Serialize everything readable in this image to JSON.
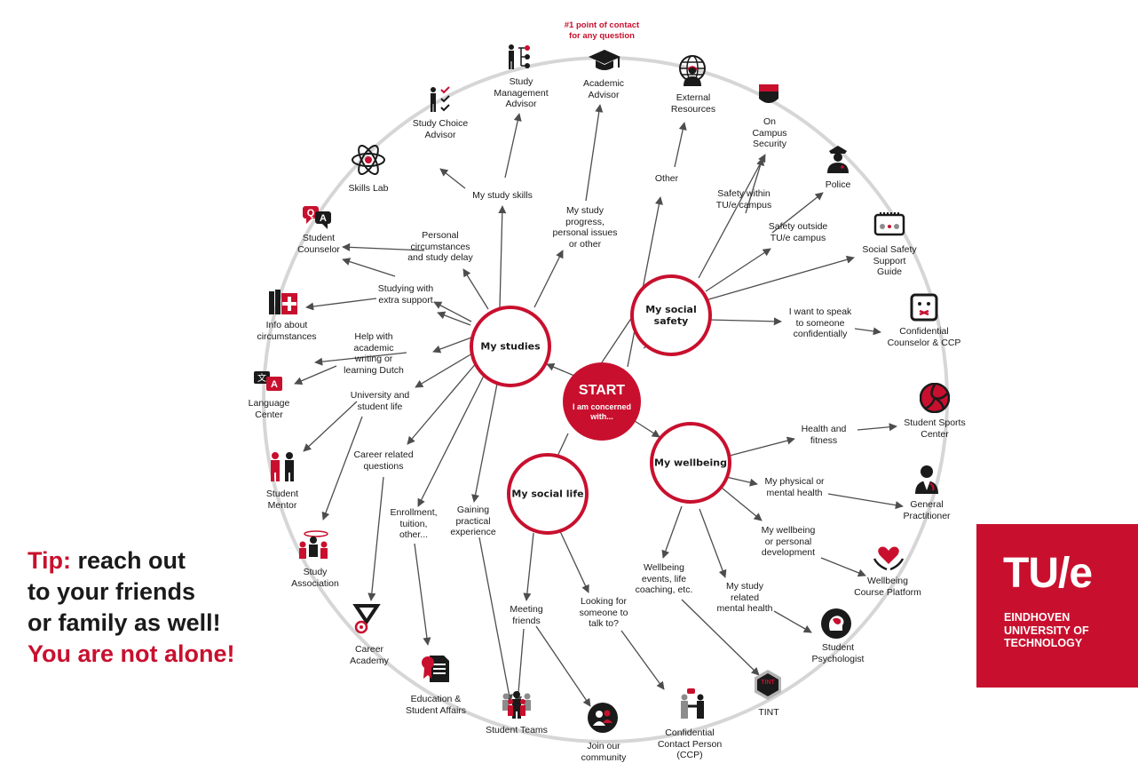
{
  "colors": {
    "accent": "#c8102e",
    "ring": "#d6d6d6",
    "arrow": "#4d4d4d",
    "text": "#1a1a1a"
  },
  "start": {
    "title": "START",
    "subtitle": "I am concerned\nwith..."
  },
  "hubs": {
    "studies": "My studies",
    "social_safety": "My social\nsafety",
    "social_life": "My social life",
    "wellbeing": "My wellbeing"
  },
  "resources": {
    "academic_advisor": {
      "label": "Academic\nAdvisor",
      "icon": "graduation-cap-icon",
      "note": "#1 point of contact\nfor any question"
    },
    "study_management_advisor": {
      "label": "Study\nManagement\nAdvisor",
      "icon": "org-chart-person-icon"
    },
    "study_choice_advisor": {
      "label": "Study Choice\nAdvisor",
      "icon": "checklist-person-icon"
    },
    "skills_lab": {
      "label": "Skills Lab",
      "icon": "atom-icon"
    },
    "student_counselor": {
      "label": "Student\nCounselor",
      "icon": "qa-speech-bubbles-icon"
    },
    "info_circumstances": {
      "label": "Info about\ncircumstances",
      "icon": "books-first-aid-icon"
    },
    "language_center": {
      "label": "Language\nCenter",
      "icon": "translate-bubbles-icon"
    },
    "student_mentor": {
      "label": "Student\nMentor",
      "icon": "mentor-people-icon"
    },
    "study_association": {
      "label": "Study\nAssociation",
      "icon": "group-people-icon"
    },
    "career_academy": {
      "label": "Career\nAcademy",
      "icon": "medal-icon"
    },
    "education_student_affairs": {
      "label": "Education &\nStudent Affairs",
      "icon": "document-ribbon-icon"
    },
    "student_teams": {
      "label": "Student Teams",
      "icon": "team-people-icon"
    },
    "join_community": {
      "label": "Join our\ncommunity",
      "icon": "community-icon"
    },
    "ccp": {
      "label": "Confidential\nContact Person\n(CCP)",
      "icon": "handshake-icon"
    },
    "tint": {
      "label": "TINT",
      "icon": "tint-hexagon-icon",
      "badge": "TINT"
    },
    "student_psychologist": {
      "label": "Student\nPsychologist",
      "icon": "head-brain-icon"
    },
    "wellbeing_course_platform": {
      "label": "Wellbeing\nCourse Platform",
      "icon": "heart-hands-icon"
    },
    "general_practitioner": {
      "label": "General\nPractitioner",
      "icon": "doctor-icon"
    },
    "student_sports_center": {
      "label": "Student Sports\nCenter",
      "icon": "volleyball-icon"
    },
    "confidential_counselor_ccp": {
      "label": "Confidential\nCounselor & CCP",
      "icon": "sealed-lips-icon"
    },
    "social_safety_support_guide": {
      "label": "Social Safety\nSupport\nGuide",
      "icon": "id-card-icon"
    },
    "police": {
      "label": "Police",
      "icon": "police-officer-icon"
    },
    "on_campus_security": {
      "label": "On\nCampus\nSecurity",
      "icon": "security-helmet-icon"
    },
    "external_resources": {
      "label": "External\nResources",
      "icon": "globe-person-icon"
    }
  },
  "topics": {
    "my_study_skills": "My study skills",
    "study_progress": "My study\nprogress,\npersonal issues\nor other",
    "personal_circumstances": "Personal\ncircumstances\nand study delay",
    "extra_support": "Studying with\nextra support",
    "writing_dutch": "Help with\nacademic\nwriting or\nlearning Dutch",
    "university_student_life": "University and\nstudent life",
    "career_questions": "Career related\nquestions",
    "enrollment": "Enrollment,\ntuition,\nother...",
    "practical_experience": "Gaining\npractical\nexperience",
    "meeting_friends": "Meeting\nfriends",
    "someone_to_talk": "Looking for\nsomeone to\ntalk to?",
    "wellbeing_events": "Wellbeing\nevents, life\ncoaching, etc.",
    "study_mental_health": "My study\nrelated\nmental health",
    "wellbeing_development": "My wellbeing\nor personal\ndevelopment",
    "physical_mental_health": "My physical or\nmental health",
    "health_fitness": "Health and\nfitness",
    "speak_confidentially": "I want to speak\nto someone\nconfidentially",
    "safety_outside": "Safety outside\nTU/e campus",
    "safety_within": "Safety within\nTU/e campus",
    "other": "Other"
  },
  "tip": {
    "lead": "Tip:",
    "line1": " reach out",
    "line2": "to your friends",
    "line3": "or family as well!",
    "line4": "You are not alone!"
  },
  "tue": {
    "logo": "TU/e",
    "name": "EINDHOVEN\nUNIVERSITY OF\nTECHNOLOGY"
  }
}
